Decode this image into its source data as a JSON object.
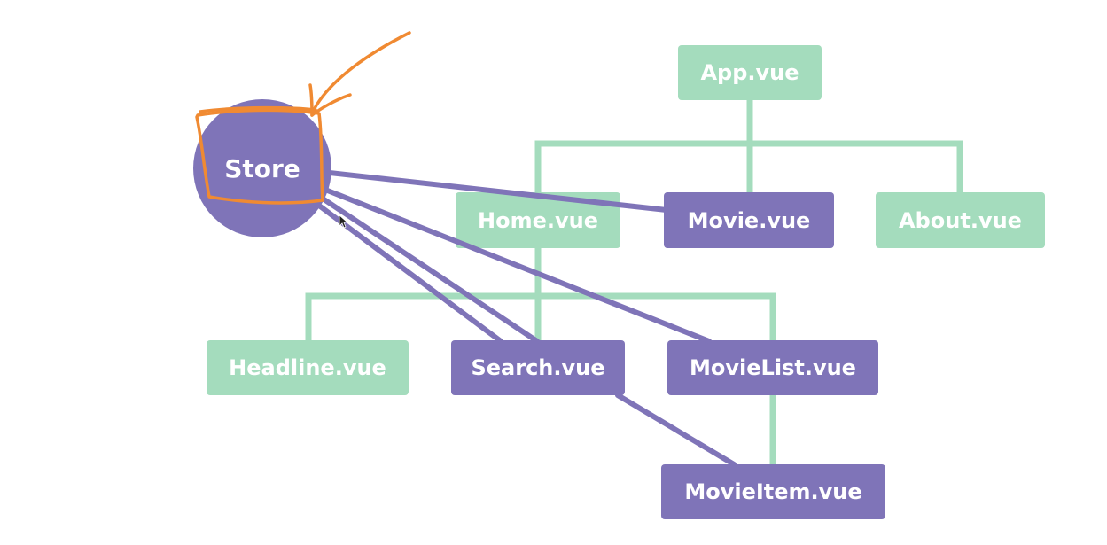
{
  "diagram": {
    "store": {
      "label": "Store"
    },
    "nodes": {
      "app": {
        "label": "App.vue"
      },
      "home": {
        "label": "Home.vue"
      },
      "movie": {
        "label": "Movie.vue"
      },
      "about": {
        "label": "About.vue"
      },
      "headline": {
        "label": "Headline.vue"
      },
      "search": {
        "label": "Search.vue"
      },
      "movielist": {
        "label": "MovieList.vue"
      },
      "movieitem": {
        "label": "MovieItem.vue"
      }
    },
    "colors": {
      "tree_green": "#a4dcbd",
      "store_purple": "#7f74b8",
      "annotation_orange": "#f08a32"
    },
    "connected_to_store": [
      "movie",
      "search",
      "movielist",
      "movieitem"
    ],
    "unconnected": [
      "app",
      "home",
      "about",
      "headline"
    ]
  }
}
